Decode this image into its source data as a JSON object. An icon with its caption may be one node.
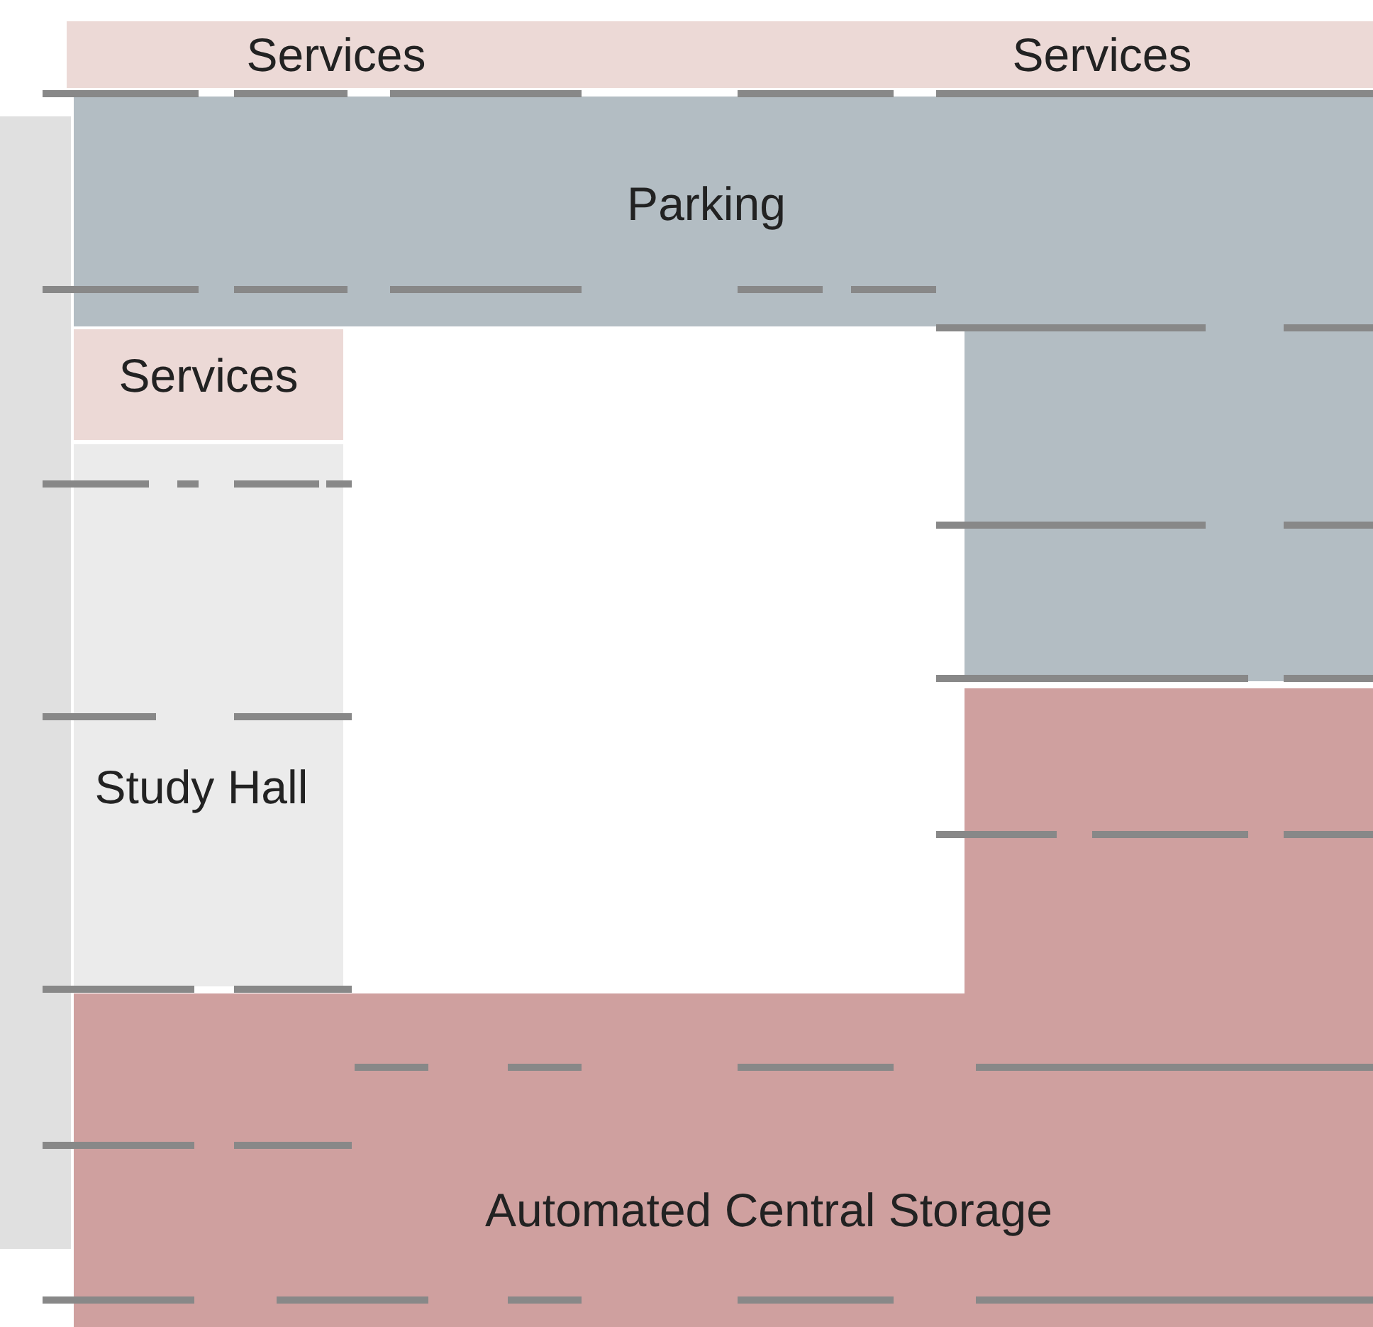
{
  "diagram": {
    "nodes": [
      {
        "text": [
          "Services"
        ]
      },
      {
        "text": [
          "Services"
        ]
      },
      {
        "text": [
          "Parking"
        ]
      },
      {
        "text": [
          "Services"
        ]
      },
      {
        "text": [
          "Study Hall"
        ]
      },
      {
        "text": [
          "Automated Central Storage"
        ]
      }
    ]
  }
}
